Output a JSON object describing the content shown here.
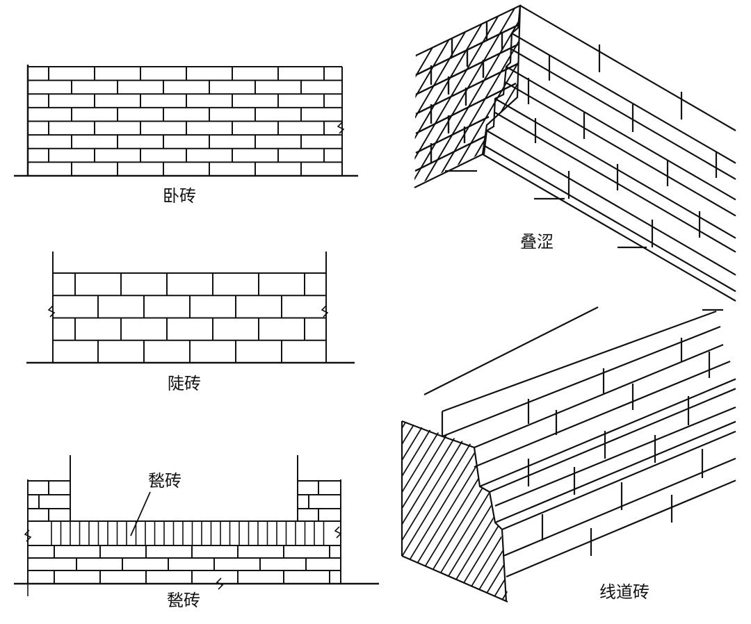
{
  "labels": {
    "wozhuan": "卧砖",
    "douzhuan": "陡砖",
    "qizhuan_pointer": "甃砖",
    "qizhuan_caption": "甃砖",
    "diese": "叠涩",
    "xiandaozhuan": "线道砖"
  },
  "colors": {
    "ink": "#111111",
    "background": "#ffffff"
  }
}
